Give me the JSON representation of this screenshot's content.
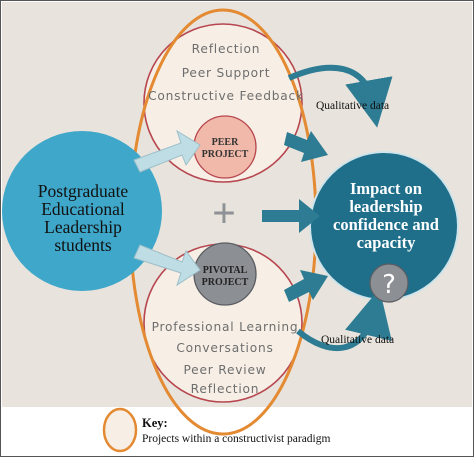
{
  "diagram": {
    "left_node": {
      "lines": [
        "Postgraduate",
        "Educational",
        "Leadership",
        "students"
      ]
    },
    "peer_project": {
      "lines": [
        "PEER",
        "PROJECT"
      ]
    },
    "pivotal_project": {
      "lines": [
        "PIVOTAL",
        "PROJECT"
      ]
    },
    "top_activities": [
      "Reflection",
      "Peer Support",
      "Constructive Feedback"
    ],
    "bottom_activities": [
      "Professional Learning",
      "Conversations",
      "Peer Review",
      "Reflection"
    ],
    "impact_node": {
      "lines": [
        "Impact on",
        "leadership",
        "confidence and",
        "capacity"
      ]
    },
    "question_mark": "?",
    "plus_symbol": "+",
    "qualitative_top": "Qualitative data",
    "qualitative_bottom": "Qualitative data",
    "key": {
      "title": "Key:",
      "description": "Projects within a constructivist paradigm"
    }
  },
  "colors": {
    "background": "#e8e3dc",
    "left_circle": "#3fa7c9",
    "impact_circle": "#1f6f8b",
    "outline_orange": "#e38a32",
    "outline_red": "#b7464f",
    "arrow_fill": "#bfdde4",
    "arrow_dark": "#2d7c93",
    "peer_fill": "#f1b9a9",
    "pivotal_fill": "#8c8f94"
  }
}
